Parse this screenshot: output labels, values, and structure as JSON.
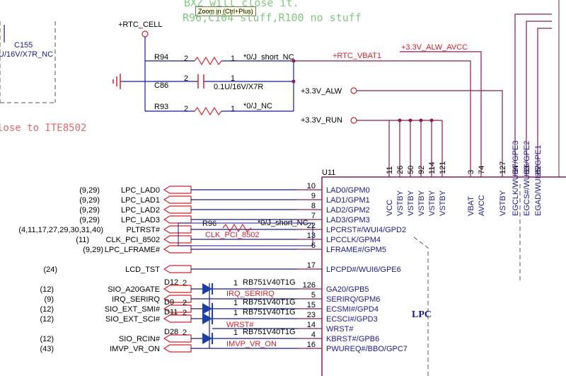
{
  "tooltip": "Zoom in (Ctrl+Plus)",
  "notes": {
    "line1": "BXZ will close it.",
    "line2": "R96,C104 stuff,R100 no stuff",
    "left": "lose to ITE8502"
  },
  "c155": {
    "ref": "C155",
    "value": "U/16V/X7R_NC"
  },
  "power": {
    "rtc_cell": "+RTC_CELL",
    "rtc_vbat1": "+RTC_VBAT1",
    "alw_avcc": "+3.3V_ALW_AVCC",
    "alw": "+3.3V_ALW",
    "run": "+3.3V_RUN"
  },
  "r94": {
    "ref": "R94",
    "pin2": "2",
    "pin1": "1",
    "value": "*0/J_short_NC"
  },
  "c86": {
    "ref": "C86",
    "pin2": "2",
    "pin1": "1",
    "value": "0.1U/16V/X7R"
  },
  "r93": {
    "ref": "R93",
    "pin2": "2",
    "pin1": "1",
    "value": "*0/J_NC"
  },
  "r96": {
    "ref": "R96",
    "value": "*0/J_short_NC"
  },
  "u11": {
    "ref": "U11",
    "label": "LPC"
  },
  "top_pins": [
    {
      "num": "11",
      "name": "VCC"
    },
    {
      "num": "26",
      "name": "VSTBY"
    },
    {
      "num": "50",
      "name": "VSTBY"
    },
    {
      "num": "92",
      "name": "VSTBY"
    },
    {
      "num": "114",
      "name": "VSTBY"
    },
    {
      "num": "121",
      "name": "VSTBY"
    },
    {
      "num": "3",
      "name": "VBAT"
    },
    {
      "num": "74",
      "name": "AVCC"
    },
    {
      "num": "127",
      "name": "VSTBY"
    },
    {
      "num": "84",
      "name": "EGCLK/WUI27/GPE3"
    },
    {
      "num": "83",
      "name": "EGCS#/WUI26/GPE2"
    },
    {
      "num": "82",
      "name": "EGAD/WUI25/GPE1"
    }
  ],
  "left_pins": [
    {
      "num": "10",
      "name": "LAD0/GPM0",
      "port": "LPC_LAD0",
      "ref": "(9,29)"
    },
    {
      "num": "9",
      "name": "LAD1/GPM1",
      "port": "LPC_LAD1",
      "ref": "(9,29)"
    },
    {
      "num": "8",
      "name": "LAD2/GPM2",
      "port": "LPC_LAD2",
      "ref": "(9,29)"
    },
    {
      "num": "7",
      "name": "LAD3/GPM3",
      "port": "LPC_LAD3",
      "ref": "(9,29)"
    },
    {
      "num": "22",
      "name": "LPCRST#/WUI4/GPD2",
      "port": "PLTRST#",
      "ref": "(4,11,17,27,29,30,31,40)"
    },
    {
      "num": "13",
      "name": "LPCCLK/GPM4",
      "port": "CLK_PCI_8502",
      "ref": "(11)"
    },
    {
      "num": "6",
      "name": "LFRAME#/GPM5",
      "port": "LPC_LFRAME#",
      "ref": "(9,29)"
    },
    {
      "num": "17",
      "name": "LPCPD#/WUI6/GPE6",
      "port": "LCD_TST",
      "ref": "(24)"
    },
    {
      "num": "126",
      "name": "GA20/GPB5",
      "port": "SIO_A20GATE",
      "ref": "(12)"
    },
    {
      "num": "5",
      "name": "SERIRQ/GPM6",
      "port": "IRQ_SERIRQ",
      "ref": "(9)"
    },
    {
      "num": "15",
      "name": "ECSMI#/GPD4",
      "port": "SIO_EXT_SMI#",
      "ref": "(12)"
    },
    {
      "num": "23",
      "name": "ECSCI#/GPD3",
      "port": "SIO_EXT_SCI#",
      "ref": "(12)"
    },
    {
      "num": "14",
      "name": "WRST#",
      "port": "",
      "ref": ""
    },
    {
      "num": "4",
      "name": "KBRST#/GPB6",
      "port": "SIO_RCIN#",
      "ref": "(12)"
    },
    {
      "num": "16",
      "name": "PWUREQ#/BBO/GPC7",
      "port": "IMVP_VR_ON",
      "ref": "(43)"
    }
  ],
  "net_labels": {
    "clk": "CLK_PCI_8502",
    "irq": "IRQ_SERIRQ",
    "wrst": "WRST#",
    "imvp": "IMVP_VR_ON"
  },
  "diodes": [
    {
      "ref": "D12",
      "pin": "2",
      "pin1": "1",
      "part": "RB751V40T1G"
    },
    {
      "ref": "D9",
      "pin": "2",
      "pin1": "1",
      "part": "RB751V40T1G"
    },
    {
      "ref": "D11",
      "pin": "2",
      "pin1": "1",
      "part": "RB751V40T1G"
    },
    {
      "ref": "D28",
      "pin": "2",
      "pin1": "1",
      "part": "RB751V40T1G"
    }
  ]
}
